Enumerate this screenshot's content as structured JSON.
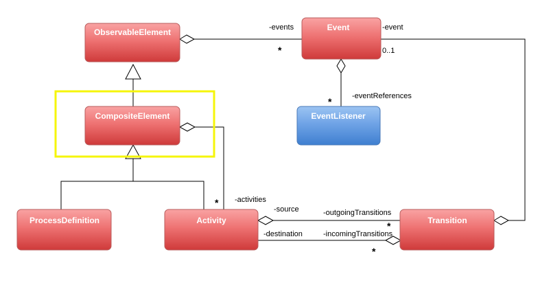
{
  "colors": {
    "class_red_top": "#f9a3a3",
    "class_red_bottom": "#cf3a3a",
    "class_blue_top": "#9cc4f2",
    "class_blue_bottom": "#3f7fd0",
    "highlight": "#f5f50a"
  },
  "classes": {
    "observable_element": "ObservableElement",
    "event": "Event",
    "event_listener": "EventListener",
    "composite_element": "CompositeElement",
    "process_definition": "ProcessDefinition",
    "activity": "Activity",
    "transition": "Transition"
  },
  "labels": {
    "events": "-events",
    "event": "-event",
    "event_mult": "0..1",
    "event_references": "-eventReferences",
    "activities": "-activities",
    "source": "-source",
    "outgoing_transitions": "-outgoingTransitions",
    "destination": "-destination",
    "incoming_transitions": "-incomingTransitions",
    "many": "*"
  }
}
